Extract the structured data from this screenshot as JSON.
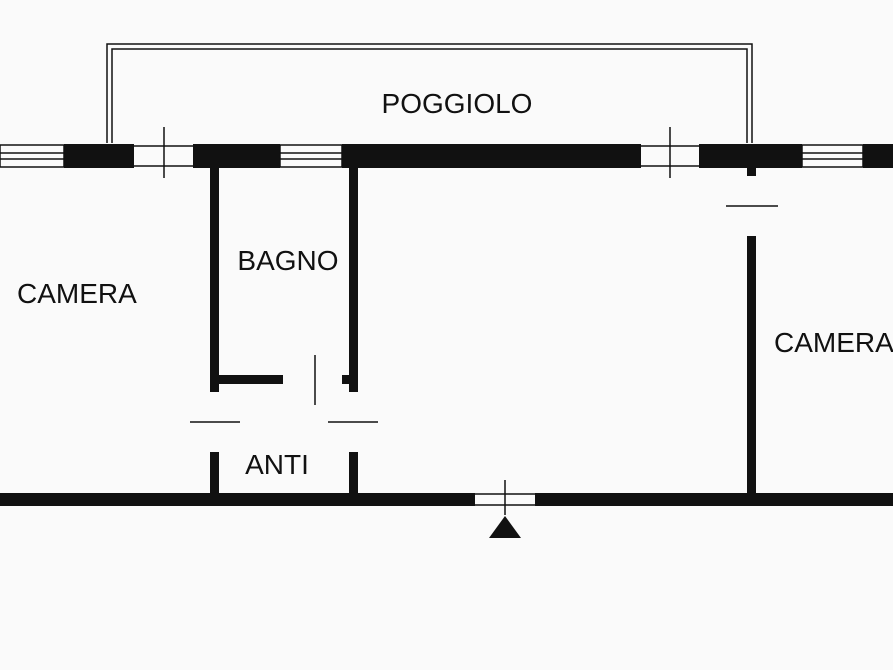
{
  "floorplan": {
    "rooms": {
      "balcony": "POGGIOLO",
      "bedroom_left": "CAMERA",
      "bathroom": "BAGNO",
      "anteroom": "ANTI",
      "bedroom_right": "CAMERA"
    }
  },
  "colors": {
    "background": "#fafafa",
    "wall": "#111111"
  }
}
